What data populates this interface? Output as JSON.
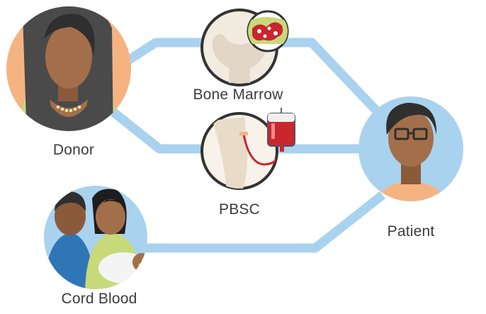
{
  "labels": {
    "donor": "Donor",
    "bone_marrow": "Bone Marrow",
    "pbsc": "PBSC",
    "patient": "Patient",
    "cord_blood": "Cord Blood"
  },
  "colors": {
    "connector": "#a9d2ef",
    "patient_bg": "#a9d2ef",
    "donor_bg": "#f5b382",
    "cord_bg": "#a9d2ef",
    "skin": "#a36f4a",
    "skin_dark": "#8a5a3a",
    "hair": "#2f2f2f",
    "blood": "#c9262e",
    "outline": "#333333"
  },
  "icons": [
    "donor-portrait",
    "bone-marrow-icon",
    "pbsc-icon",
    "patient-portrait",
    "cord-blood-portrait",
    "blood-bag-icon",
    "marrow-magnifier-icon"
  ]
}
